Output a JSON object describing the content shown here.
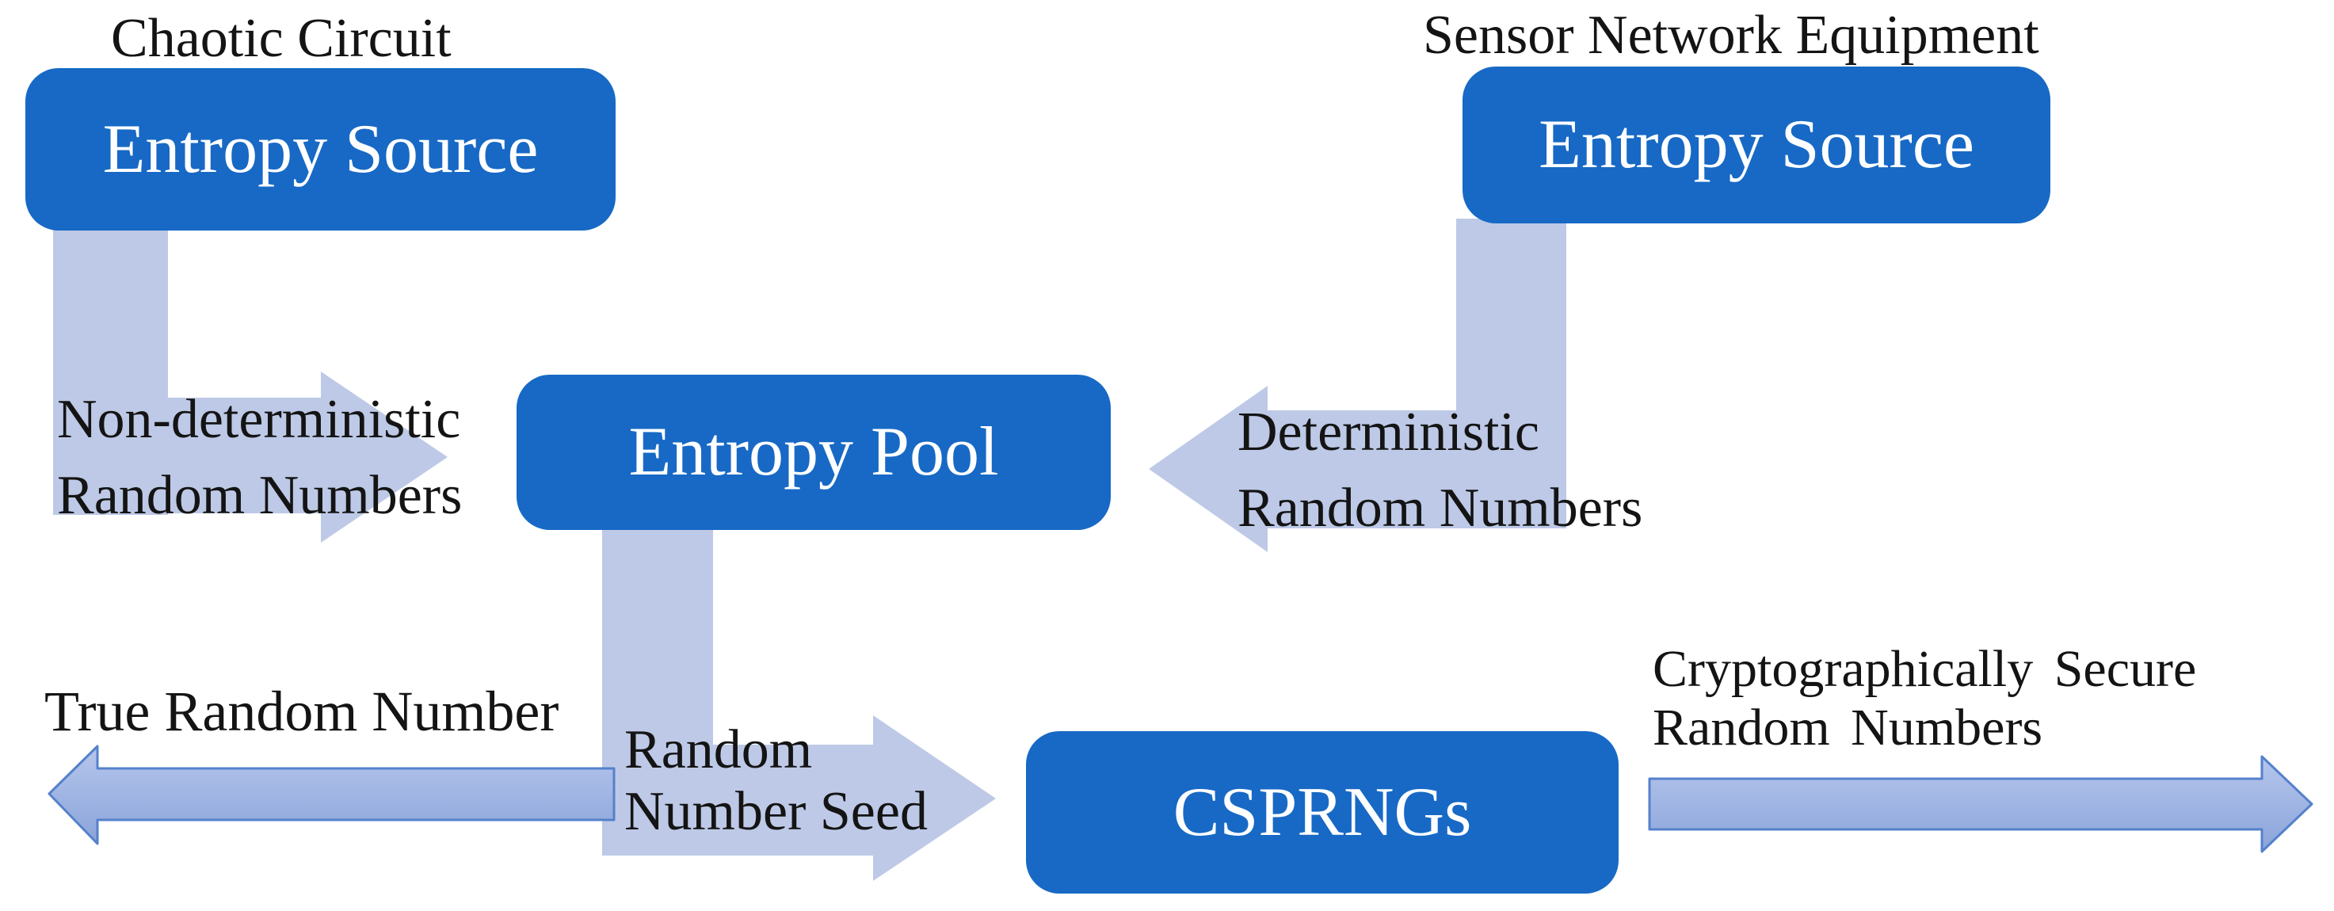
{
  "diagram": {
    "boxes": {
      "entropy_source_left": {
        "label": "Entropy Source",
        "caption": "Chaotic Circuit"
      },
      "entropy_source_right": {
        "label": "Entropy Source",
        "caption": "Sensor Network Equipment"
      },
      "entropy_pool": {
        "label": "Entropy Pool"
      },
      "csprngs": {
        "label": "CSPRNGs"
      }
    },
    "flows": {
      "nondeterministic": {
        "line1": "Non-deterministic",
        "line2": "Random Numbers"
      },
      "deterministic": {
        "line1": "Deterministic",
        "line2": "Random Numbers"
      },
      "true_random": {
        "label": "True Random Number"
      },
      "seed": {
        "line1": "Random",
        "line2": "Number Seed"
      },
      "crypto": {
        "line1": "Cryptographically Secure",
        "line2": "Random Numbers"
      }
    },
    "colors": {
      "background": "#ffffff",
      "box_fill": "#1769c5",
      "box_text": "#ffffff",
      "connector_fill": "#bdc9e6",
      "io_arrow_border": "#5581cb",
      "io_arrow_fill_top": "#b6c6ec",
      "io_arrow_fill_bottom": "#8aa4da",
      "label_text": "#141414"
    }
  }
}
